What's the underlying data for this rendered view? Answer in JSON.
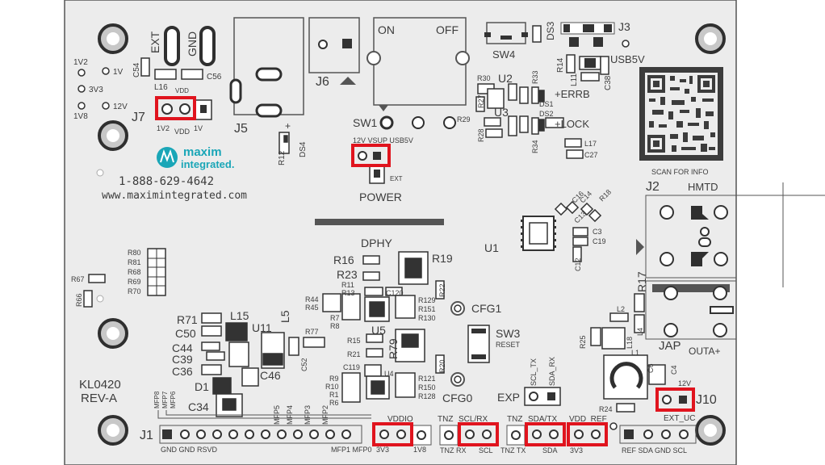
{
  "board": {
    "id": "KL0420",
    "rev": "REV-A",
    "phone": "1-888-629-4642",
    "url": "www.maximintegrated.com",
    "logo_line1": "maxim",
    "logo_line2": "integrated.",
    "power_label": "POWER",
    "power_sel": "12V VSUP USB5V",
    "ext": "EXT",
    "scan": "SCAN FOR INFO",
    "hmtd": "HMTD",
    "dphy": "DPHY",
    "jap": "JAP",
    "outa": "OUTA+",
    "reset": "RESET",
    "errb": "ERRB",
    "lock": "LOCK",
    "on": "ON",
    "off": "OFF",
    "usb5v": "USB5V",
    "exp": "EXP",
    "cfg0": "CFG0",
    "cfg1": "CFG1",
    "v12": "12V",
    "vdd": "VDD",
    "v1": "1V",
    "v1v2": "1V2",
    "v3v3": "3V3",
    "v1v8": "1V8",
    "gnd": "GND",
    "ext_vert": "EXT",
    "plus": "+"
  },
  "refs": {
    "j1": "J1",
    "j2": "J2",
    "j3": "J3",
    "j5": "J5",
    "j6": "J6",
    "j7": "J7",
    "j10": "J10",
    "sw1": "SW1",
    "sw3": "SW3",
    "sw4": "SW4",
    "u1": "U1",
    "u2": "U2",
    "u3": "U3",
    "u4": "U4",
    "u5": "U5",
    "u11": "U11",
    "d1": "D1",
    "ds1": "DS1",
    "ds2": "DS2",
    "ds3": "DS3",
    "ds4": "DS4",
    "l1": "L1",
    "l2": "L2",
    "l4": "L4",
    "l5": "L5",
    "l11": "L11",
    "l15": "L15",
    "l16": "L16",
    "l17": "L17",
    "l18": "L18",
    "r16": "R16",
    "r19": "R19",
    "r23": "R23",
    "r11": "R11",
    "r13": "R13",
    "r22": "R22",
    "r44": "R44",
    "r45": "R45",
    "r129": "R129",
    "r151": "R151",
    "r130": "R130",
    "r7": "R7",
    "r8": "R8",
    "r15": "R15",
    "r21": "R21",
    "r79": "R79",
    "r9": "R9",
    "r10": "R10",
    "r1": "R1",
    "r6": "R6",
    "r121": "R121",
    "r150": "R150",
    "r128": "R128",
    "r20": "R20",
    "r71": "R71",
    "r77": "R77",
    "r25": "R25",
    "r24": "R24",
    "r17": "R17",
    "r18": "R18",
    "r12": "R12",
    "r14": "R14",
    "r27": "R27",
    "r28": "R28",
    "r29": "R29",
    "r30": "R30",
    "r33": "R33",
    "r34": "R34",
    "r66": "R66",
    "r67": "R67",
    "c3": "C3",
    "c4": "C4",
    "c6": "C6",
    "c12": "C12",
    "c13": "C13",
    "c14": "C14",
    "c16": "C16",
    "c19": "C19",
    "c27": "C27",
    "c34": "C34",
    "c36": "C36",
    "c38": "C38",
    "c39": "C39",
    "c44": "C44",
    "c46": "C46",
    "c50": "C50",
    "c52": "C52",
    "c54": "C54",
    "c56": "C56",
    "c119": "C119",
    "c120": "C120"
  },
  "res_column": [
    "R80",
    "R81",
    "R68",
    "R69",
    "R70"
  ],
  "mfp_left": [
    "MFP8",
    "MFP7",
    "MFP6"
  ],
  "mfp_mid": [
    "MFP5",
    "MFP4",
    "MFP3",
    "MFP2"
  ],
  "j1_bottom": "GND GND RSVD",
  "j1_bottom_right": "MFP1 MFP0",
  "headers": {
    "vddio": "VDDIO",
    "v3v3_b": "3V3",
    "v1v8_b": "1V8",
    "tnz1": "TNZ",
    "scl_rx": "SCL/RX",
    "tnz_rx": "TNZ RX",
    "scl_b": "SCL",
    "tnz2": "TNZ",
    "sda_tx": "SDA/TX",
    "tnz_tx": "TNZ TX",
    "sda_b": "SDA",
    "vdd_ref": "VDD_REF",
    "v3v3_c": "3V3",
    "ext_uc": "EXT_UC",
    "ext_uc_pins": "REF SDA GND SCL",
    "scl_tx": "SCL_TX",
    "sda_rx": "SDA_RX"
  },
  "colors": {
    "board": "#ececec",
    "silk": "#3c3c3c",
    "highlight": "#e0141e",
    "logo": "#1aa6b7"
  }
}
